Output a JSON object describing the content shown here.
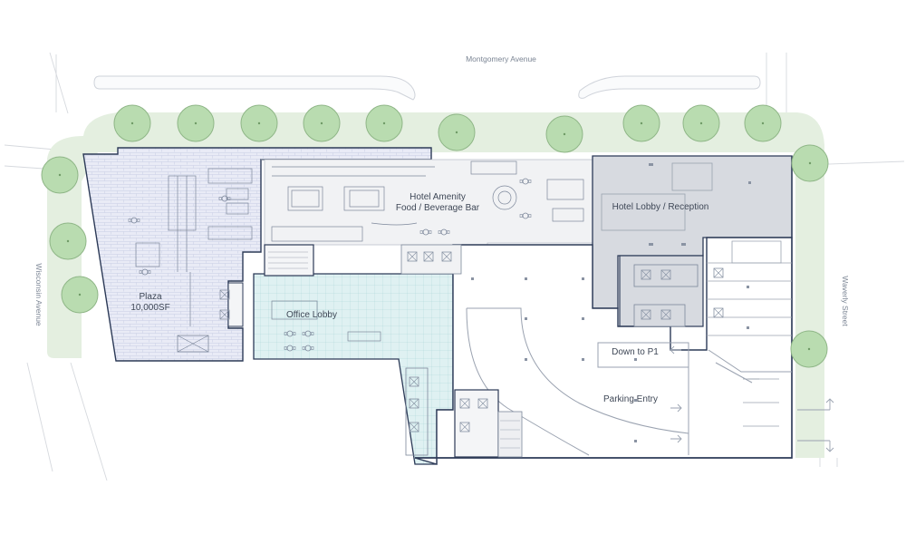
{
  "streets": {
    "north": "Montgomery Avenue",
    "west": "Wisconsin Avenue",
    "east": "Waverly Street"
  },
  "spaces": {
    "plaza_name": "Plaza",
    "plaza_area": "10,000SF",
    "hotel_amenity_line1": "Hotel Amenity",
    "hotel_amenity_line2": "Food / Beverage Bar",
    "hotel_lobby": "Hotel Lobby / Reception",
    "office_lobby": "Office Lobby",
    "down_to_p1": "Down to P1",
    "parking_entry": "Parking Entry"
  },
  "colors": {
    "landscape": "#e4efe0",
    "tree_fill": "#b9dcb0",
    "plaza": "#e9ebf6",
    "office_lobby": "#dff1f2",
    "hotel_lobby": "#d7dae0",
    "amenity": "#f1f2f4",
    "outline": "#2c3a57"
  },
  "icons": {
    "tree": "tree-icon",
    "elevator": "elevator-icon",
    "arrow": "arrow-icon"
  }
}
